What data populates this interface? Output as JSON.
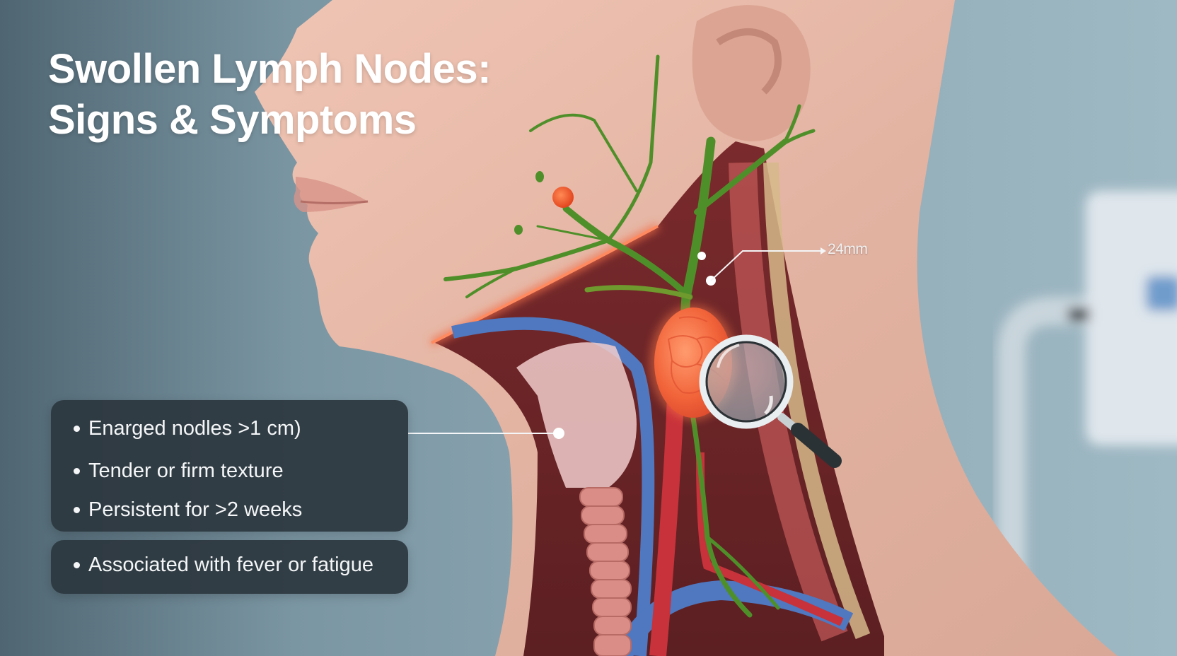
{
  "title": {
    "line1": "Swollen Lymph Nodes:",
    "line2": "Signs & Symptoms"
  },
  "symptoms_panel": {
    "items": [
      {
        "text": "Enarged nodles >1 cm)"
      },
      {
        "text": "Tender or firm texture"
      },
      {
        "text": "Persistent for >2 weeks"
      }
    ]
  },
  "secondary_panel": {
    "items": [
      {
        "text": "Associated with fever or fatigue"
      }
    ]
  },
  "annotations": {
    "measurement_label": "24mm"
  },
  "illustration": {
    "subject": "side profile of human head and neck with cervical lymph nodes",
    "elements": [
      "swollen-lymph-node",
      "small-lymph-node",
      "lymphatic-vessels",
      "trachea",
      "carotid-artery",
      "jugular-vein",
      "magnifying-glass"
    ],
    "colors": {
      "background": "#7f9aa6",
      "skin": "#e8b8a6",
      "lymph_vessel": "#4f8f2a",
      "node": "#f2643a",
      "artery": "#c8323a",
      "vein": "#4f78c0",
      "panel": "#2c373e"
    }
  }
}
